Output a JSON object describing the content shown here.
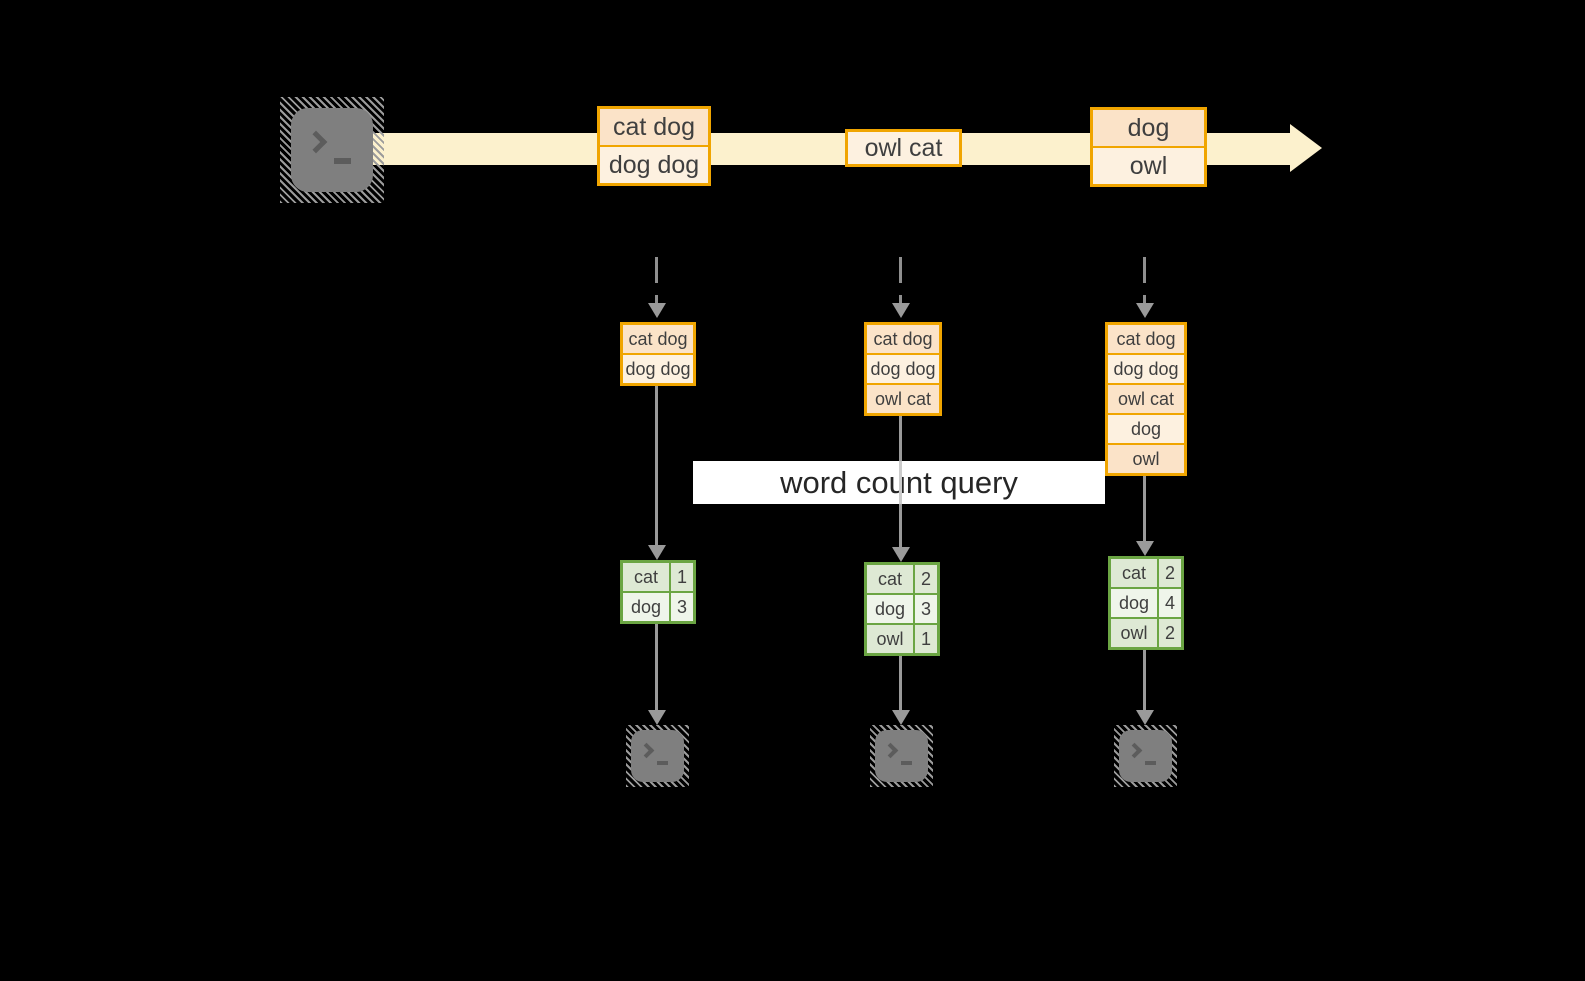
{
  "diagram": {
    "query_label": "word count query",
    "stream": {
      "source_icon": "terminal-icon",
      "batches": [
        {
          "lines": [
            "cat dog",
            "dog dog"
          ]
        },
        {
          "lines": [
            "owl cat"
          ]
        },
        {
          "lines": [
            "dog",
            "owl"
          ]
        }
      ]
    },
    "columns": [
      {
        "sink_icon": "terminal-icon",
        "input_lines": [
          "cat dog",
          "dog dog"
        ],
        "counts": [
          {
            "word": "cat",
            "count": "1"
          },
          {
            "word": "dog",
            "count": "3"
          }
        ]
      },
      {
        "sink_icon": "terminal-icon",
        "input_lines": [
          "cat dog",
          "dog dog",
          "owl cat"
        ],
        "counts": [
          {
            "word": "cat",
            "count": "2"
          },
          {
            "word": "dog",
            "count": "3"
          },
          {
            "word": "owl",
            "count": "1"
          }
        ]
      },
      {
        "sink_icon": "terminal-icon",
        "input_lines": [
          "cat dog",
          "dog dog",
          "owl cat",
          "dog",
          "owl"
        ],
        "counts": [
          {
            "word": "cat",
            "count": "2"
          },
          {
            "word": "dog",
            "count": "4"
          },
          {
            "word": "owl",
            "count": "2"
          }
        ]
      }
    ],
    "colors": {
      "background": "#000000",
      "stream_band": "#FCF1CD",
      "record_border": "#F0A500",
      "record_fill_dark": "#FBE3C8",
      "record_fill_light": "#FDF1E0",
      "table_border": "#6BA543",
      "table_fill_dark": "#DEE9D4",
      "table_fill_light": "#EFF5EA",
      "arrow_gray": "#9A9A9A",
      "terminal_gray": "#7F7F7F",
      "text": "#3F3F3F"
    }
  }
}
